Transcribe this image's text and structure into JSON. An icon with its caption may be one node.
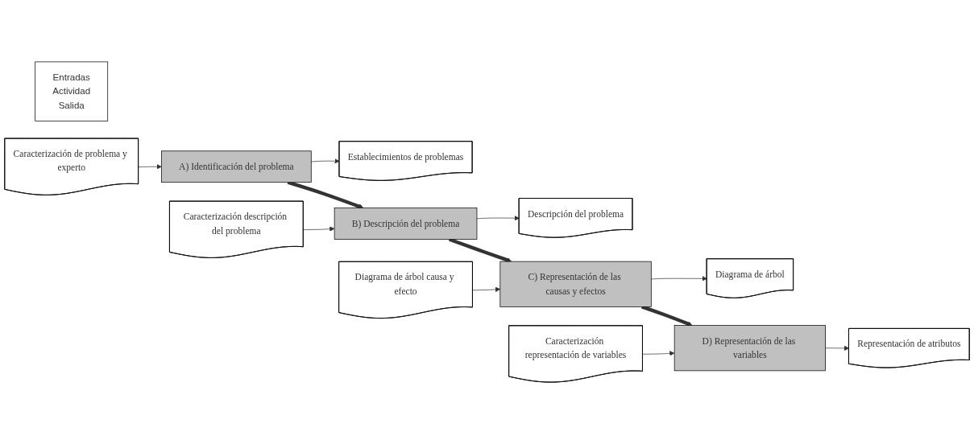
{
  "diagram": {
    "nodes": [
      {
        "text": [
          "Entradas",
          "Actividad",
          "Salida"
        ]
      },
      {
        "text": [
          "Caracterización de problema y experto"
        ]
      },
      {
        "text": [
          "A) Identificación del problema"
        ]
      },
      {
        "text": [
          "Establecimientos de problemas"
        ]
      },
      {
        "text": [
          "Caracterización descripción del problema"
        ]
      },
      {
        "text": [
          "B) Descripción del problema"
        ]
      },
      {
        "text": [
          "Descripción del problema"
        ]
      },
      {
        "text": [
          "Diagrama de árbol causa y efecto"
        ]
      },
      {
        "text": [
          "C) Representación de las causas y efectos"
        ]
      },
      {
        "text": [
          "Diagrama de árbol"
        ]
      },
      {
        "text": [
          "Caracterización representación de variables"
        ]
      },
      {
        "text": [
          "D) Representación de las variables"
        ]
      },
      {
        "text": [
          "Representación de atributos"
        ]
      }
    ],
    "edges": [
      {
        "from": 1,
        "to": 2,
        "arrow": "to"
      },
      {
        "from": 2,
        "to": 3,
        "arrow": "to"
      },
      {
        "from": 2,
        "to": 5,
        "arrow": "to",
        "style": "thick"
      },
      {
        "from": 4,
        "to": 5,
        "arrow": "to"
      },
      {
        "from": 5,
        "to": 6,
        "arrow": "to"
      },
      {
        "from": 5,
        "to": 8,
        "arrow": "to",
        "style": "thick"
      },
      {
        "from": 7,
        "to": 8,
        "arrow": "to"
      },
      {
        "from": 8,
        "to": 9,
        "arrow": "to"
      },
      {
        "from": 8,
        "to": 11,
        "arrow": "to",
        "style": "thick"
      },
      {
        "from": 10,
        "to": 11,
        "arrow": "to"
      },
      {
        "from": 11,
        "to": 12,
        "arrow": "to"
      }
    ]
  }
}
